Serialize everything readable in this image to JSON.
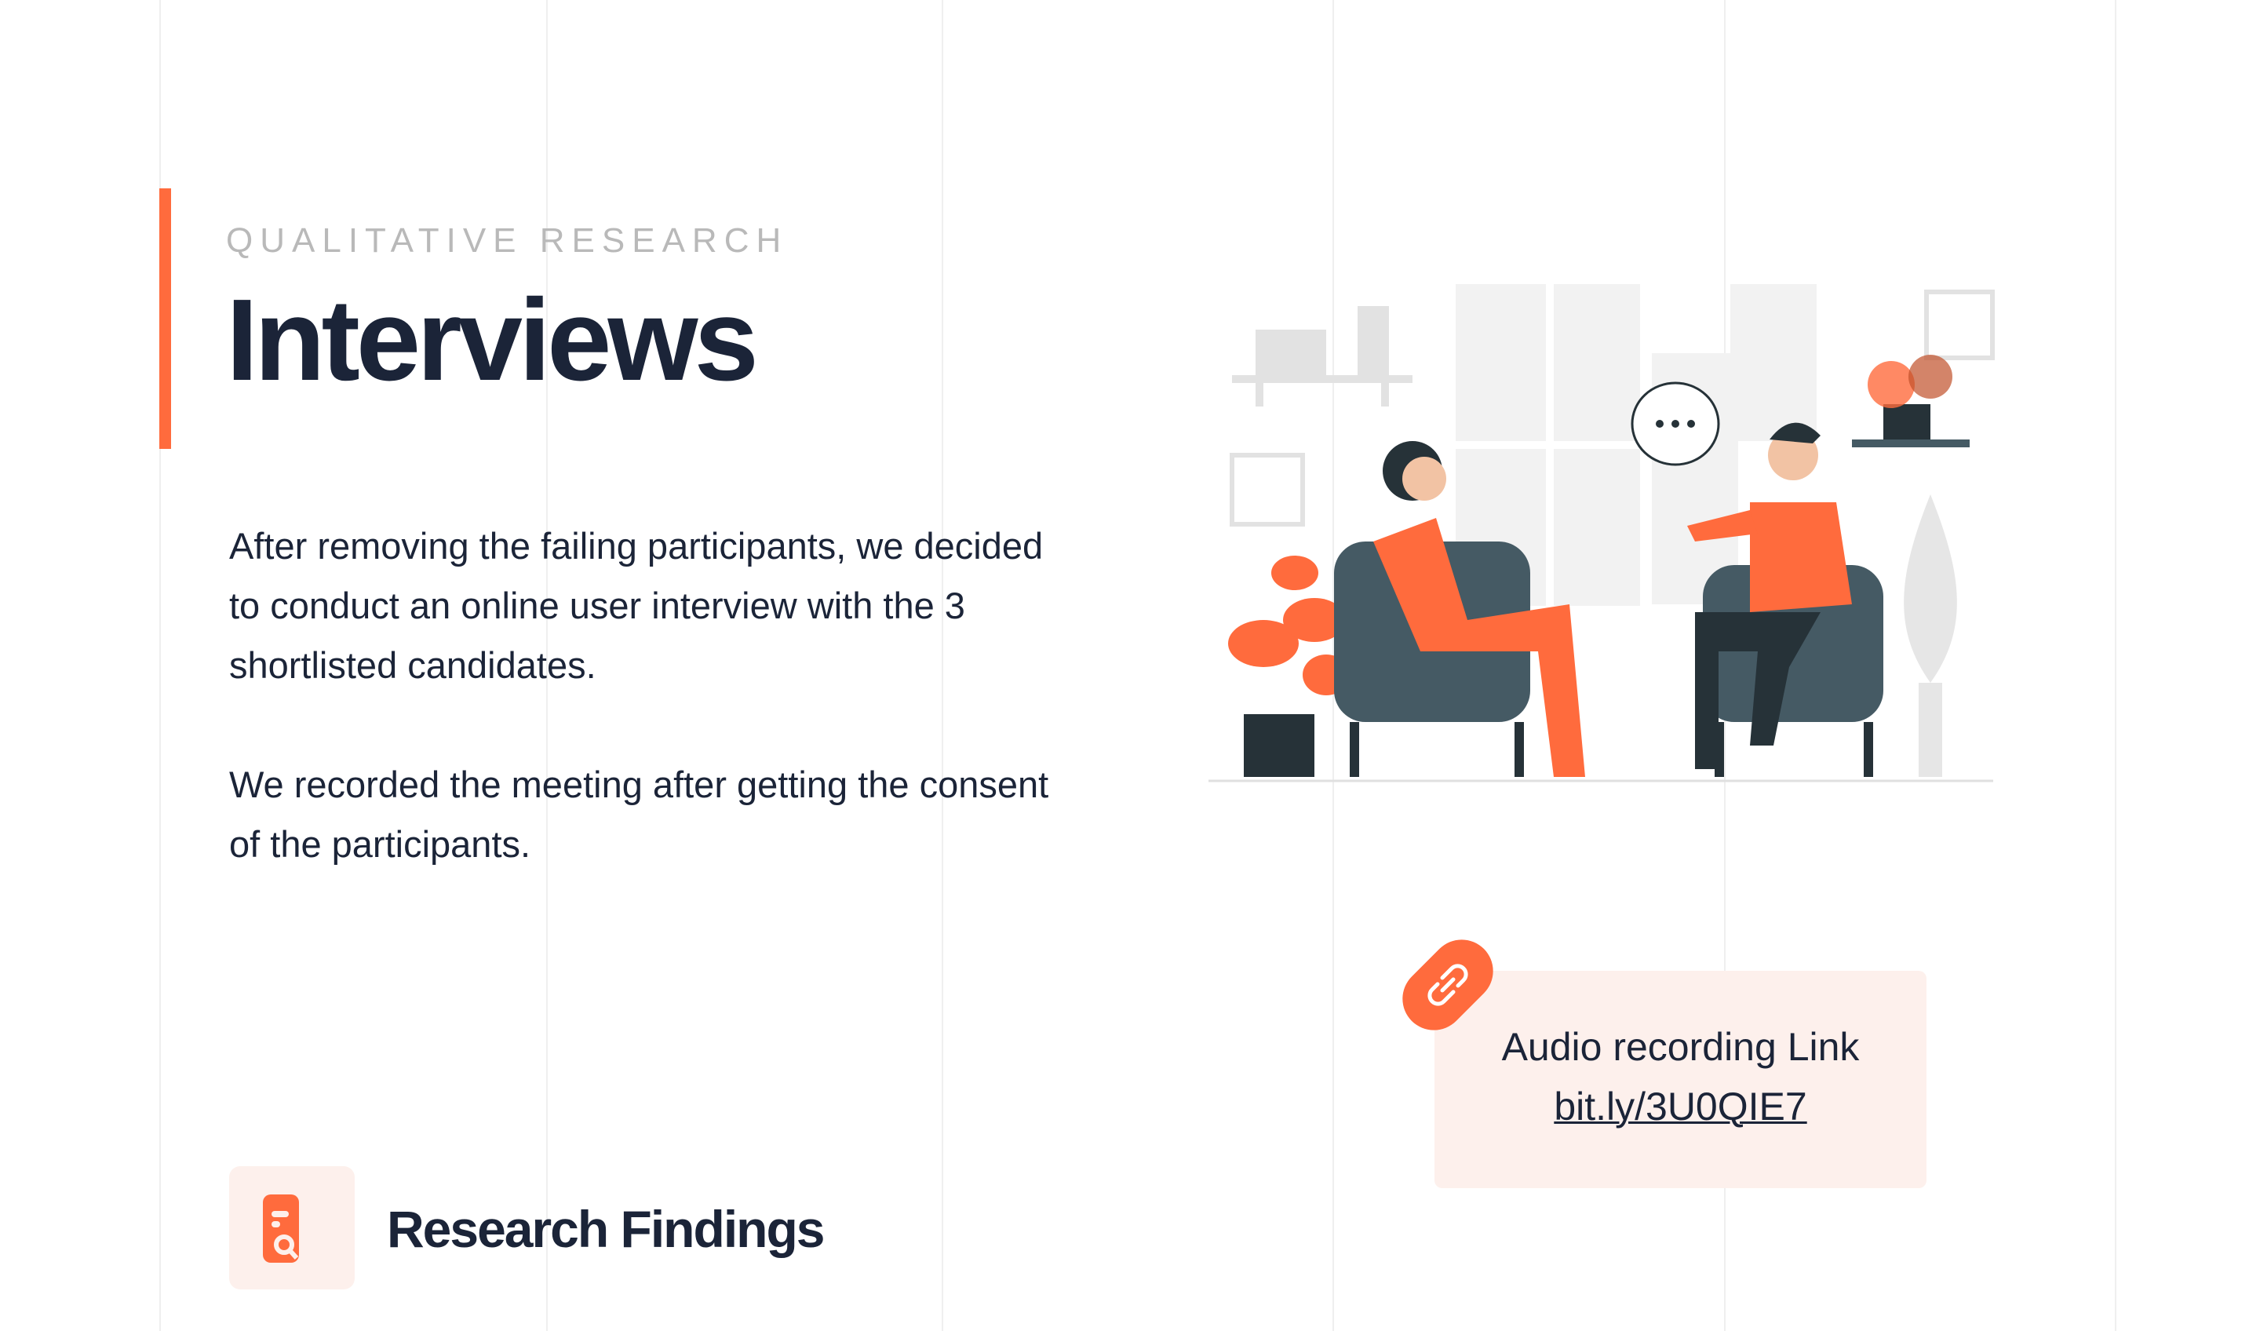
{
  "header": {
    "eyebrow": "QUALITATIVE RESEARCH",
    "title": "Interviews"
  },
  "body": {
    "paragraph_1": "After removing the failing participants, we decided to conduct an online user interview with the 3 shortlisted candidates.",
    "paragraph_2": "We recorded the meeting after getting the consent of the participants."
  },
  "recording_card": {
    "label": "Audio recording Link",
    "link": "bit.ly/3U0QIE7",
    "icon": "link-icon"
  },
  "footer": {
    "label": "Research Findings",
    "icon": "document-search-icon"
  },
  "colors": {
    "accent": "#ff6b3d",
    "text": "#1b2438",
    "card_bg": "#fdf0ec",
    "muted": "#b9b9b9"
  }
}
